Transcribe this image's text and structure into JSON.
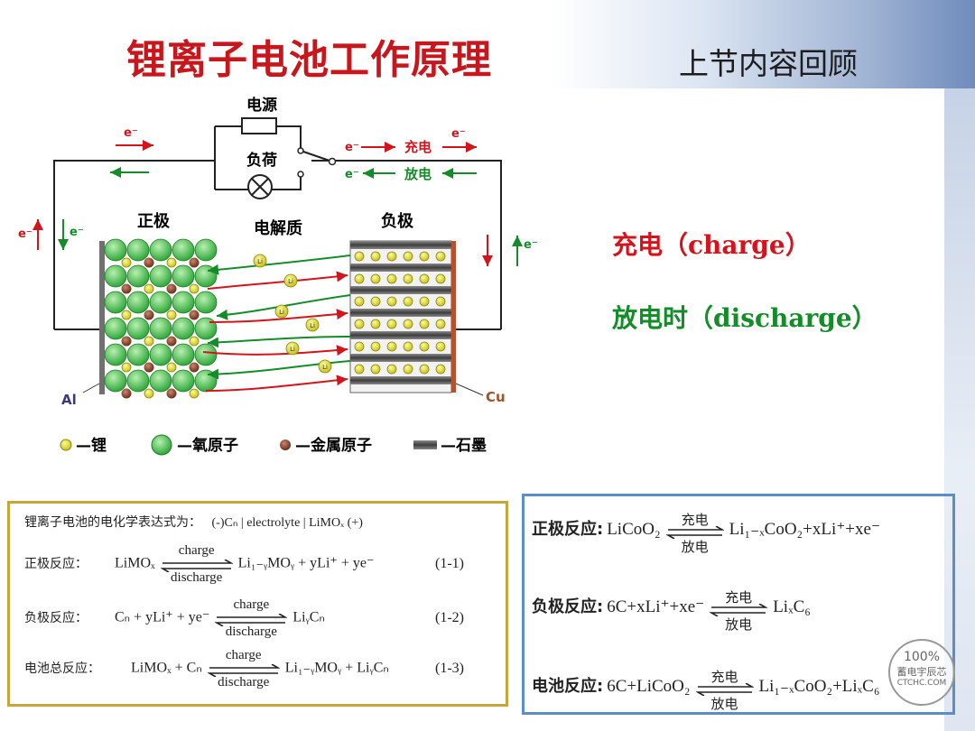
{
  "slide": {
    "title": "锂离子电池工作原理",
    "subtitle": "上节内容回顾"
  },
  "diagram": {
    "power_label": "电源",
    "load_label": "负荷",
    "electron": "e⁻",
    "charge_word": "充电",
    "discharge_word": "放电",
    "cathode_label": "正极",
    "electrolyte_label": "电解质",
    "anode_label": "负极",
    "li_marker": "Li",
    "al_label": "Al",
    "cu_label": "Cu",
    "legend": [
      "—锂",
      "—氧原子",
      "—金属原子",
      "—石墨"
    ]
  },
  "side_labels": {
    "charge": "充电（charge）",
    "discharge": "放电时（discharge）"
  },
  "left_box": {
    "intro_cn": "锂离子电池的电化学表达式为：",
    "intro_expr": "(-)Cₙ | electrolyte | LiMOₓ (+)",
    "top_word": "charge",
    "bottom_word": "discharge",
    "rows": [
      {
        "label": "正极反应：",
        "left": "LiMOₓ",
        "right": "Li₁₋ᵧMOᵧ + yLi⁺ + ye⁻",
        "num": "(1-1)"
      },
      {
        "label": "负极反应：",
        "left": "Cₙ + yLi⁺ + ye⁻",
        "right": "LiᵧCₙ",
        "num": "(1-2)"
      },
      {
        "label": "电池总反应：",
        "left": "LiMOₓ + Cₙ",
        "right": "Li₁₋ᵧMOᵧ + LiᵧCₙ",
        "num": "(1-3)"
      }
    ]
  },
  "right_box": {
    "top_word": "充电",
    "bottom_word": "放电",
    "rows": [
      {
        "label": "正极反应:",
        "left": "LiCoO₂",
        "right": "Li₁₋ₓCoO₂+xLi⁺+xe⁻"
      },
      {
        "label": "负极反应:",
        "left": "6C+xLi⁺+xe⁻",
        "right": "LiₓC₆"
      },
      {
        "label": "电池反应:",
        "left": "6C+LiCoO₂",
        "right": "Li₁₋ₓCoO₂+LiₓC₆"
      }
    ]
  },
  "watermark": {
    "line1": "100%",
    "line2": "蓄电宇辰芯",
    "line3": "CTCHC.COM"
  }
}
